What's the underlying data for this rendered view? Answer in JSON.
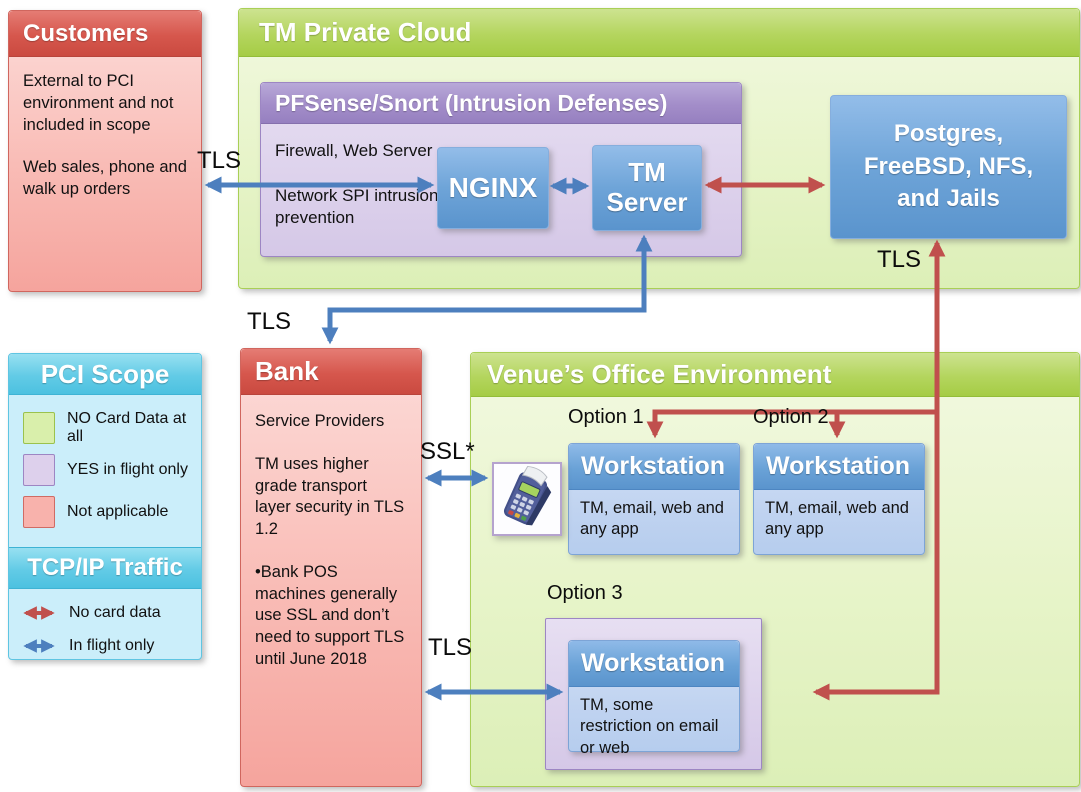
{
  "boxes": {
    "customers": {
      "title": "Customers",
      "para1": "External to PCI environment and not included in scope",
      "para2": "Web sales, phone and walk up orders"
    },
    "tm_cloud": {
      "title": "TM Private Cloud"
    },
    "pfsense": {
      "title": "PFSense/Snort (Intrusion Defenses)",
      "line1": "Firewall, Web Server",
      "line2": "Network SPI intrusion prevention"
    },
    "nginx": {
      "label": "NGINX"
    },
    "tm_server": {
      "label": "TM Server"
    },
    "postgres": {
      "label": "Postgres, FreeBSD, NFS, and Jails"
    },
    "bank": {
      "title": "Bank",
      "para1": "Service Providers",
      "para2": "TM uses higher grade transport layer security in TLS 1.2",
      "para3": "•Bank POS machines generally use SSL and don’t need to support TLS until June 2018"
    },
    "venue": {
      "title": "Venue’s Office Environment"
    },
    "option1": {
      "label": "Option 1",
      "ws_title": "Workstation",
      "ws_body": "TM, email, web and any app"
    },
    "option2": {
      "label": "Option 2",
      "ws_title": "Workstation",
      "ws_body": "TM, email, web and any app"
    },
    "option3": {
      "label": "Option 3",
      "ws_title": "Workstation",
      "ws_body": "TM, some restriction on email or web"
    }
  },
  "legend": {
    "scope_title": "PCI Scope",
    "scope_items": [
      {
        "label": "NO Card Data at all",
        "color": "#d9efab"
      },
      {
        "label": "YES in flight only",
        "color": "#ddd0ec"
      },
      {
        "label": "Not applicable",
        "color": "#f8b2ac"
      }
    ],
    "traffic_title": "TCP/IP Traffic",
    "traffic_items": [
      {
        "label": "No card data",
        "color": "#c0504d"
      },
      {
        "label": "In flight only",
        "color": "#4d7fbe"
      }
    ]
  },
  "labels": {
    "tls_customers": "TLS",
    "tls_bank": "TLS",
    "tls_postgres": "TLS",
    "tls_option3": "TLS",
    "ssl_pos": "SSL*"
  },
  "colors": {
    "arrow_red": "#c0504d",
    "arrow_blue": "#4d7fbe"
  },
  "icons": {
    "pos_terminal": "credit-card-terminal-icon"
  }
}
